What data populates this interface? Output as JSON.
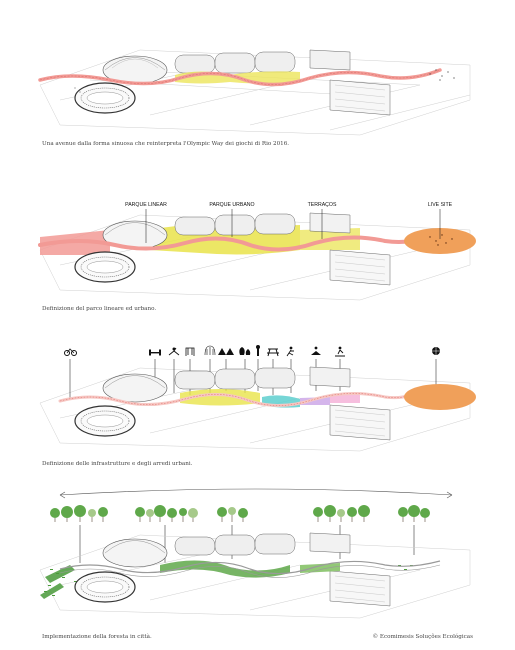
{
  "panels": [
    {
      "caption": "Una avenue dalla forma sinuosa che reinterpreta l'Olympic Way dei giochi di Rio 2016."
    },
    {
      "caption": "Definizione del parco lineare ed urbano.",
      "labels": [
        "PARQUE LINEAR",
        "PARQUE URBANO",
        "TERRAÇOS",
        "LIVE SITE"
      ]
    },
    {
      "caption": "Definizione delle infrastrutture e degli arredi urbani."
    },
    {
      "caption": "Implementazione della foresta in città."
    }
  ],
  "credit": "© Ecomimesis Soluções Ecológicas",
  "colors": {
    "avenue": "#f29a95",
    "park": "#e9e34a",
    "live_site": "#f0a05a",
    "forest": "#5fa84a",
    "pool": "#5ecfcf"
  }
}
